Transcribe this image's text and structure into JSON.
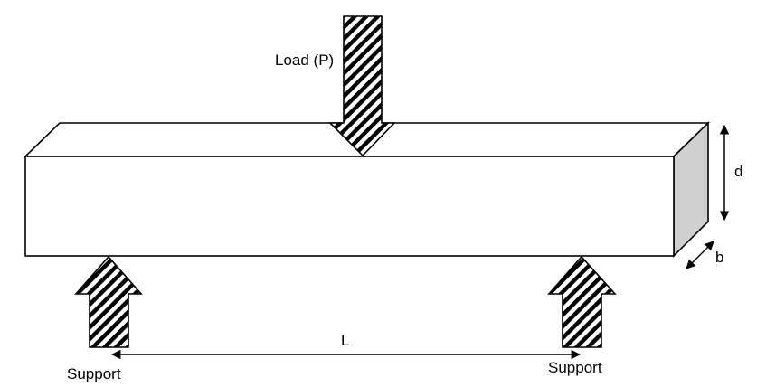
{
  "labels": {
    "load": "Load (P)",
    "depth": "d",
    "breadth": "b",
    "span": "L",
    "support_left": "Support",
    "support_right": "Support"
  },
  "colors": {
    "end_face": "#d0d0d0",
    "outline": "#000000",
    "background": "#ffffff"
  }
}
